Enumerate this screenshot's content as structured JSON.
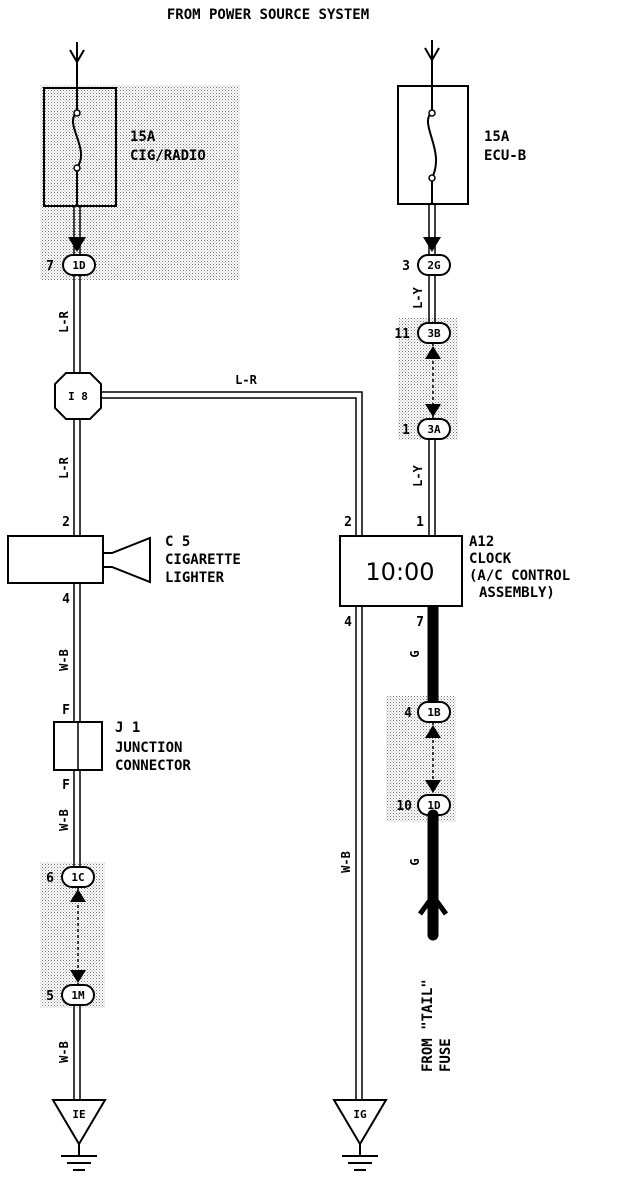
{
  "header": {
    "title": "FROM POWER SOURCE SYSTEM"
  },
  "fuses": {
    "cig_radio": {
      "rating": "15A",
      "name": "CIG/RADIO"
    },
    "ecu_b": {
      "rating": "15A",
      "name": "ECU-B"
    }
  },
  "connectors": {
    "c_1d_top": {
      "pin": "7",
      "code": "1D"
    },
    "c_2g": {
      "pin": "3",
      "code": "2G"
    },
    "c_3b": {
      "pin": "11",
      "code": "3B"
    },
    "c_3a": {
      "pin": "1",
      "code": "3A"
    },
    "c_1c": {
      "pin": "6",
      "code": "1C"
    },
    "c_1m": {
      "pin": "5",
      "code": "1M"
    },
    "c_1b": {
      "pin": "4",
      "code": "1B"
    },
    "c_1d_bottom": {
      "pin": "10",
      "code": "1D"
    },
    "junction_i8": {
      "code": "I 8"
    }
  },
  "wires": {
    "lr_top": "L-R",
    "lr_horizontal": "L-R",
    "lr_mid": "L-R",
    "ly_top": "L-Y",
    "ly_mid": "L-Y",
    "wb_1": "W-B",
    "wb_2": "W-B",
    "wb_3": "W-B",
    "wb_4": "W-B",
    "g_1": "G",
    "g_2": "G"
  },
  "components": {
    "cig_lighter": {
      "code": "C 5",
      "name_line1": "CIGARETTE",
      "name_line2": "LIGHTER",
      "pin_top": "2",
      "pin_bottom": "4"
    },
    "junction_connector": {
      "code": "J 1",
      "name_line1": "JUNCTION",
      "name_line2": "CONNECTOR",
      "pin_top": "F",
      "pin_bottom": "F"
    },
    "clock": {
      "code": "A12",
      "name_line1": "CLOCK",
      "name_line2": "(A/C CONTROL",
      "name_line3": "ASSEMBLY)",
      "display": "10:00",
      "pin_2": "2",
      "pin_1": "1",
      "pin_4": "4",
      "pin_7": "7"
    }
  },
  "grounds": {
    "left": "IE",
    "right": "IG"
  },
  "source": {
    "line1": "FROM \"TAIL\"",
    "line2": "FUSE"
  }
}
